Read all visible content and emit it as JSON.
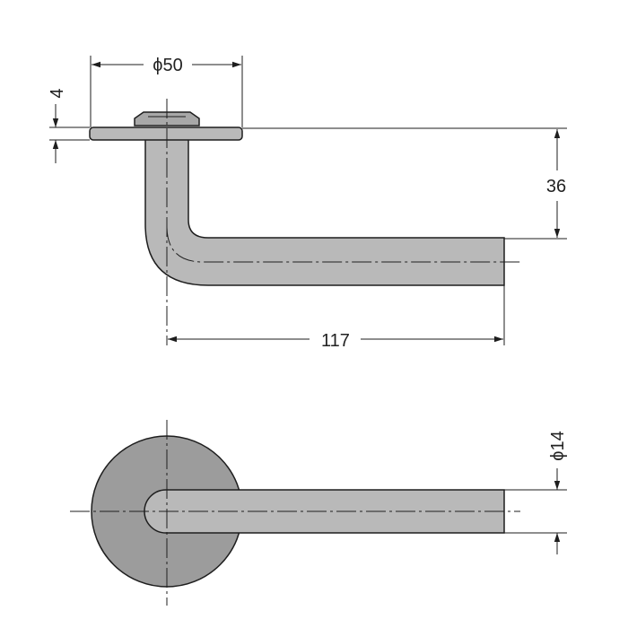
{
  "drawing": {
    "colors": {
      "line": "#1e1e1e",
      "metal_light": "#b9b9b9",
      "metal_dark": "#9c9c9c",
      "background": "#ffffff"
    },
    "dimensions": {
      "rose_diameter": "ϕ50",
      "rose_thickness": "4",
      "handle_height": "36",
      "handle_length": "117",
      "bar_diameter": "ϕ14"
    }
  }
}
